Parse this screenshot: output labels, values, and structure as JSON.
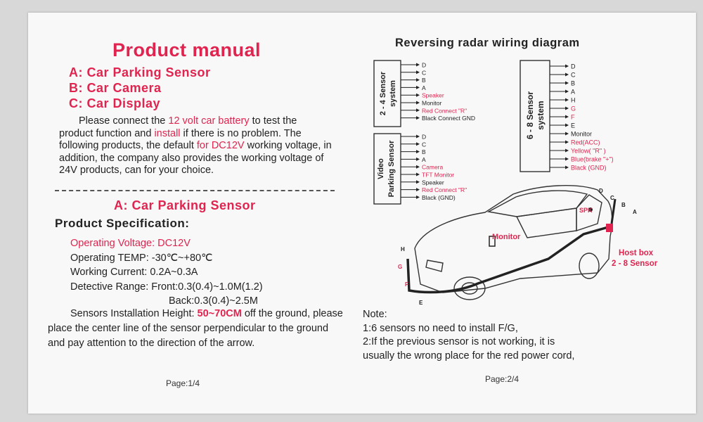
{
  "left": {
    "title": "Product manual",
    "menu": [
      "A: Car Parking Sensor",
      "B: Car Camera",
      "C: Car Display"
    ],
    "intro": {
      "p1": "Please connect the ",
      "p1_red": "12 volt car battery",
      "p2": " to test the product function and ",
      "p2_red": "install",
      "p3": " if there is no problem.     The following products, the default ",
      "p3_red": "for DC12V",
      "p4": " working voltage, in addition, the company also provides the working voltage of 24V products, can for your choice."
    },
    "section_a": "A: Car Parking Sensor",
    "spec_title": "Product Specification:",
    "specs": {
      "voltage": "Operating Voltage: DC12V",
      "temp": "Operating TEMP: -30℃~+80℃",
      "current": "Working Current: 0.2A~0.3A",
      "range_front": "Detective Range: Front:0.3(0.4)~1.0M(1.2)",
      "range_back": "Back:0.3(0.4)~2.5M"
    },
    "install": {
      "a": "Sensors Installation Height: ",
      "height": "50~70CM",
      "b": " off the ground, please place the center line of the sensor perpendicular to the ground and pay attention to the direction of the arrow."
    },
    "page": "Page:1/4"
  },
  "right": {
    "title": "Reversing radar wiring diagram",
    "box1": {
      "label_lines": [
        "2 - 4 Sensor",
        "system"
      ],
      "wires": [
        {
          "label": "D",
          "color": "#222222"
        },
        {
          "label": "C",
          "color": "#222222"
        },
        {
          "label": "B",
          "color": "#222222"
        },
        {
          "label": "A",
          "color": "#222222"
        },
        {
          "label": "Speaker",
          "color": "#e0244f"
        },
        {
          "label": "Monitor",
          "color": "#222222"
        },
        {
          "label": "Red Connect \"R\"",
          "color": "#e0244f"
        },
        {
          "label": "Black Connect  GND",
          "color": "#222222"
        }
      ]
    },
    "box2": {
      "label_lines": [
        "Video",
        "Parking Sensor"
      ],
      "wires": [
        {
          "label": "D",
          "color": "#222222"
        },
        {
          "label": "C",
          "color": "#222222"
        },
        {
          "label": "B",
          "color": "#222222"
        },
        {
          "label": "A",
          "color": "#222222"
        },
        {
          "label": "Camera",
          "color": "#e0244f"
        },
        {
          "label": "TFT Monitor",
          "color": "#e0244f"
        },
        {
          "label": "Speaker",
          "color": "#222222"
        },
        {
          "label": "Red Connect \"R\"",
          "color": "#e0244f"
        },
        {
          "label": "Black (GND)",
          "color": "#222222"
        }
      ]
    },
    "box3": {
      "label_lines": [
        "6 - 8 Sensor",
        "system"
      ],
      "wires": [
        {
          "label": "D",
          "color": "#222222"
        },
        {
          "label": "C",
          "color": "#222222"
        },
        {
          "label": "B",
          "color": "#222222"
        },
        {
          "label": "A",
          "color": "#222222"
        },
        {
          "label": "H",
          "color": "#222222"
        },
        {
          "label": "G",
          "color": "#e0244f"
        },
        {
          "label": "F",
          "color": "#e0244f"
        },
        {
          "label": "E",
          "color": "#222222"
        },
        {
          "label": "Monitor",
          "color": "#222222"
        },
        {
          "label": "Red(ACC)",
          "color": "#e0244f"
        },
        {
          "label": "Yellow( \"R\" )",
          "color": "#e0244f"
        },
        {
          "label": "Blue(brake \"+\")",
          "color": "#e0244f"
        },
        {
          "label": "Black (GND)",
          "color": "#e0244f"
        }
      ]
    },
    "car": {
      "monitor": "Monitor",
      "spk": "SPK",
      "host_box": "Host box",
      "host_box_sub": "2 - 8 Sensor",
      "letters": [
        "D",
        "C",
        "B",
        "A",
        "H",
        "G",
        "F",
        "E"
      ]
    },
    "note": [
      "Note:",
      "1:6 sensors no need to install F/G,",
      "2:If the previous sensor is not working, it is",
      "usually the wrong place for the red power cord,"
    ],
    "page": "Page:2/4"
  }
}
